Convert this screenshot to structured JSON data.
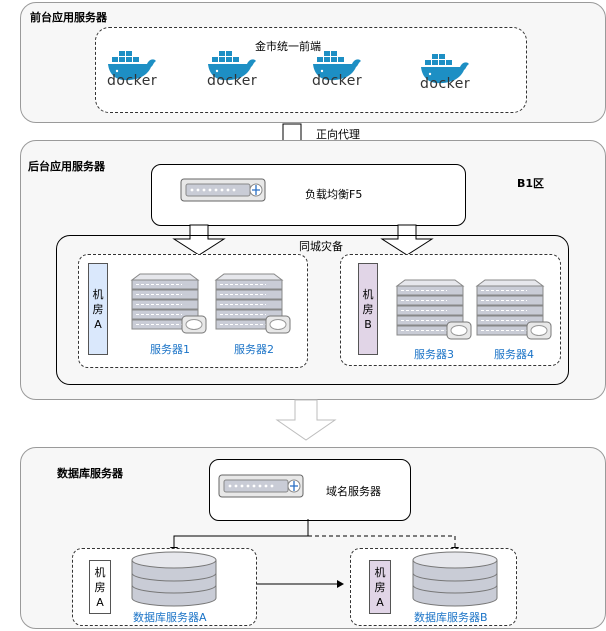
{
  "frontend": {
    "title": "前台应用服务器",
    "group_label": "金市统一前端",
    "docker_labels": [
      "docker",
      "docker",
      "docker",
      "docker"
    ]
  },
  "proxy_label": "正向代理",
  "backend": {
    "title": "后台应用服务器",
    "zone_label": "B1区",
    "lb_label": "负载均衡F5",
    "dr_label": "同城灾备",
    "room_a": [
      "机",
      "房",
      "A"
    ],
    "room_b": [
      "机",
      "房",
      "B"
    ],
    "servers": [
      "服务器1",
      "服务器2",
      "服务器3",
      "服务器4"
    ]
  },
  "database": {
    "title": "数据库服务器",
    "dns_label": "域名服务器",
    "room_a1": [
      "机",
      "房",
      "A"
    ],
    "room_a2": [
      "机",
      "房",
      "A"
    ],
    "db_a": "数据库服务器A",
    "db_b": "数据库服务器B"
  },
  "colors": {
    "docker_blue": "#1d8fc4",
    "label_blue": "#1a73c7",
    "room_a_fill": "#dae8fc",
    "room_b_fill": "#e1d5e7"
  }
}
